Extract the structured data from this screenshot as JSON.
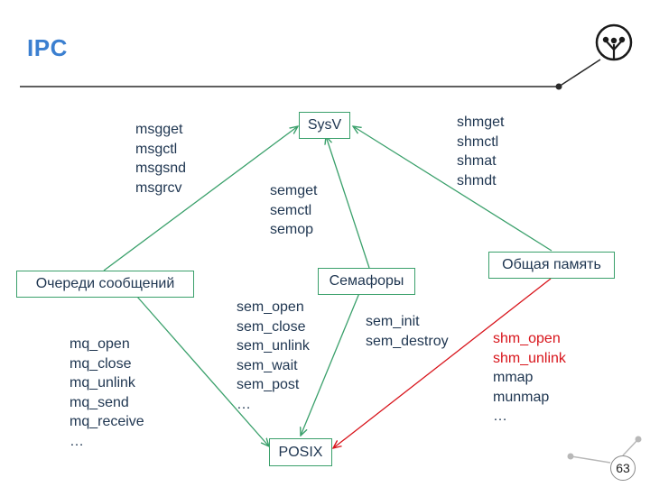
{
  "slide": {
    "title": "IPC",
    "page_number": "63"
  },
  "nodes": {
    "sysv": "SysV",
    "posix": "POSIX",
    "message_queues": "Очереди сообщений",
    "semaphores": "Семафоры",
    "shared_memory": "Общая память"
  },
  "labels": {
    "sysv_msg": [
      "msgget",
      "msgctl",
      "msgsnd",
      "msgrcv"
    ],
    "sysv_sem": [
      "semget",
      "semctl",
      "semop"
    ],
    "sysv_shm": [
      "shmget",
      "shmctl",
      "shmat",
      "shmdt"
    ],
    "posix_mq": [
      "mq_open",
      "mq_close",
      "mq_unlink",
      "mq_send",
      "mq_receive",
      "…"
    ],
    "posix_sem_named": [
      "sem_open",
      "sem_close",
      "sem_unlink",
      "sem_wait",
      "sem_post",
      "…"
    ],
    "posix_sem_unnamed": [
      "sem_init",
      "sem_destroy"
    ],
    "posix_shm_red": [
      "shm_open",
      "shm_unlink"
    ],
    "posix_shm": [
      "mmap",
      "munmap",
      "…"
    ]
  },
  "colors": {
    "title": "#3b7fd0",
    "arrow_green": "#3aa06b",
    "arrow_red": "#d8141b",
    "text": "#1e3550"
  },
  "icons": [
    "logo-tree-icon",
    "decor-connector-icon"
  ]
}
